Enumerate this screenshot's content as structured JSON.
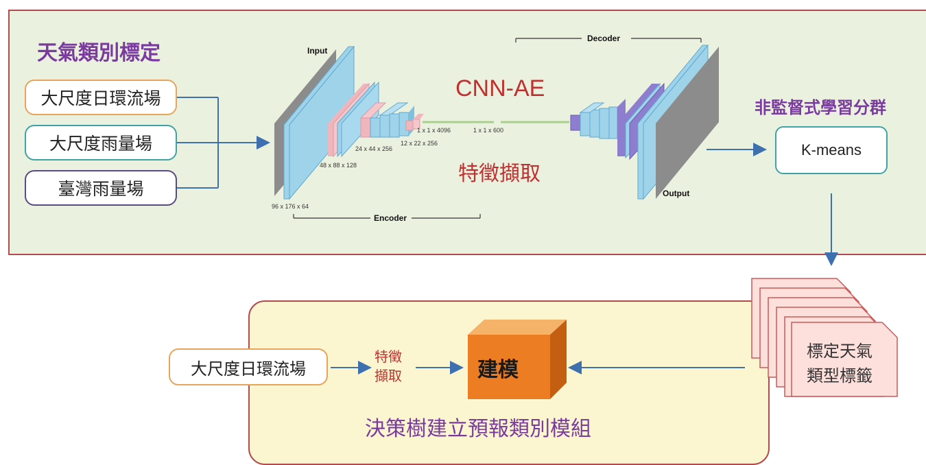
{
  "top": {
    "title": "天氣類別標定",
    "inputs": [
      "大尺度日環流場",
      "大尺度雨量場",
      "臺灣雨量場"
    ],
    "model_name": "CNN-AE",
    "feature_label": "特徵擷取",
    "cluster_title": "非監督式學習分群",
    "cluster_method": "K-means"
  },
  "network": {
    "input_label": "Input",
    "output_label": "Output",
    "encoder_label": "Encoder",
    "decoder_label": "Decoder",
    "dims": {
      "d1": "96 x 176 x 64",
      "d2": "48 x 88 x 128",
      "d3": "24 x 44 x 256",
      "d4": "12 x 22 x 256",
      "d5": "1 x 1 x 4096",
      "d6": "1 x 1 x 600"
    }
  },
  "bottom": {
    "input": "大尺度日環流場",
    "feature_line1": "特徵",
    "feature_line2": "擷取",
    "model_label": "建模",
    "labels_line1": "標定天氣",
    "labels_line2": "類型標籤",
    "title": "決策樹建立預報類別模組"
  },
  "colors": {
    "panel_border": "#b24a4e",
    "top_bg": "#ebf1df",
    "bottom_bg": "#fbf6cf",
    "arrow": "#3e6fae",
    "accent_red": "#c0302f",
    "title_purple": "#7a3aa0"
  }
}
